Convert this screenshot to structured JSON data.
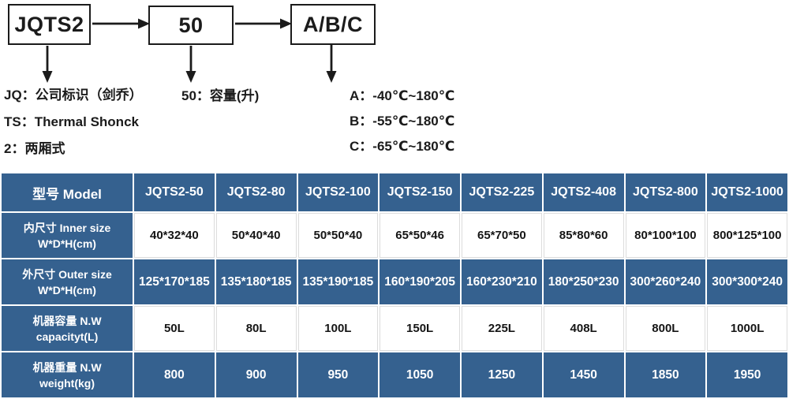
{
  "colors": {
    "table_blue": "#35618F",
    "line_black": "#1b1b1b"
  },
  "diagram": {
    "boxes": [
      {
        "label": "JQTS2"
      },
      {
        "label": "50"
      },
      {
        "label": "A/B/C"
      }
    ],
    "left_notes": [
      "JQ：公司标识（剑乔）",
      "TS：Thermal Shonck",
      "2：两厢式"
    ],
    "mid_note": "50：容量(升)",
    "right_notes": [
      "A：-40℃~180℃",
      "B：-55℃~180℃",
      "C：-65℃~180℃"
    ]
  },
  "table": {
    "columns": [
      "型号 Model",
      "JQTS2-50",
      "JQTS2-80",
      "JQTS2-100",
      "JQTS2-150",
      "JQTS2-225",
      "JQTS2-408",
      "JQTS2-800",
      "JQTS2-1000"
    ],
    "rows": [
      {
        "label_line1": "内尺寸 Inner size",
        "label_line2": "W*D*H(cm)",
        "style": "light",
        "values": [
          "40*32*40",
          "50*40*40",
          "50*50*40",
          "65*50*46",
          "65*70*50",
          "85*80*60",
          "80*100*100",
          "800*125*100"
        ]
      },
      {
        "label_line1": "外尺寸 Outer size",
        "label_line2": "W*D*H(cm)",
        "style": "dark",
        "values": [
          "125*170*185",
          "135*180*185",
          "135*190*185",
          "160*190*205",
          "160*230*210",
          "180*250*230",
          "300*260*240",
          "300*300*240"
        ]
      },
      {
        "label_line1": "机器容量 N.W",
        "label_line2": "capacityt(L)",
        "style": "light",
        "values": [
          "50L",
          "80L",
          "100L",
          "150L",
          "225L",
          "408L",
          "800L",
          "1000L"
        ]
      },
      {
        "label_line1": "机器重量 N.W",
        "label_line2": "weight(kg)",
        "style": "dark",
        "values": [
          "800",
          "900",
          "950",
          "1050",
          "1250",
          "1450",
          "1850",
          "1950"
        ]
      }
    ]
  }
}
